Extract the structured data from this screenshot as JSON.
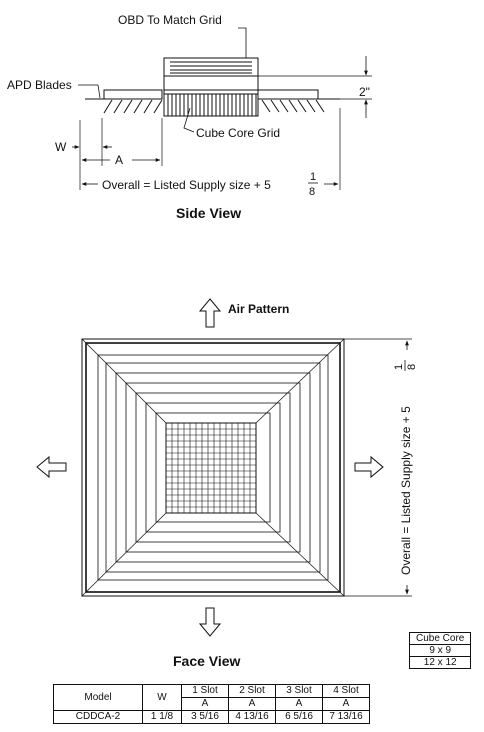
{
  "side_view": {
    "title": "Side View",
    "obd_label": "OBD To Match Grid",
    "apd_label": "APD Blades",
    "cube_core_label": "Cube Core Grid",
    "height_dim": "2\"",
    "w_label": "W",
    "a_label": "A",
    "overall_text": "Overall  = Listed Supply size + 5",
    "fraction_num": "1",
    "fraction_den": "8"
  },
  "face_view": {
    "title": "Face View",
    "air_pattern": "Air Pattern",
    "overall_text": "Overall  = Listed Supply size + 5",
    "fraction_num": "1",
    "fraction_den": "8"
  },
  "cube_core_table": {
    "header": "Cube Core",
    "rows": [
      "9 x 9",
      "12 x 12"
    ]
  },
  "model_table": {
    "model_header": "Model",
    "w_header": "W",
    "slot_headers": [
      "1 Slot",
      "2 Slot",
      "3 Slot",
      "4 Slot"
    ],
    "sub_header": "A",
    "row": {
      "model": "CDDCA-2",
      "w": "1 1/8",
      "a_values": [
        "3 5/16",
        "4 13/16",
        "6 5/16",
        "7 13/16"
      ]
    }
  }
}
